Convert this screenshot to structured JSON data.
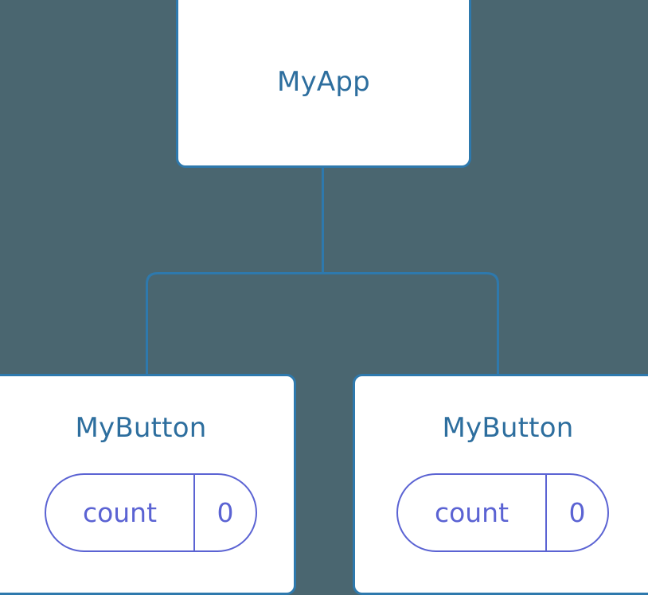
{
  "diagram": {
    "type": "component-tree",
    "background_color": "#4a6670",
    "node_border_color": "#2e79ad",
    "node_fill_color": "#ffffff",
    "node_title_color": "#2d6e9e",
    "pill_border_color": "#5b63d3",
    "pill_text_color": "#5b63d3",
    "edge_color": "#2e79ad"
  },
  "root": {
    "title": "MyApp"
  },
  "children": [
    {
      "title": "MyButton",
      "state": {
        "key": "count",
        "value": "0"
      }
    },
    {
      "title": "MyButton",
      "state": {
        "key": "count",
        "value": "0"
      }
    }
  ]
}
